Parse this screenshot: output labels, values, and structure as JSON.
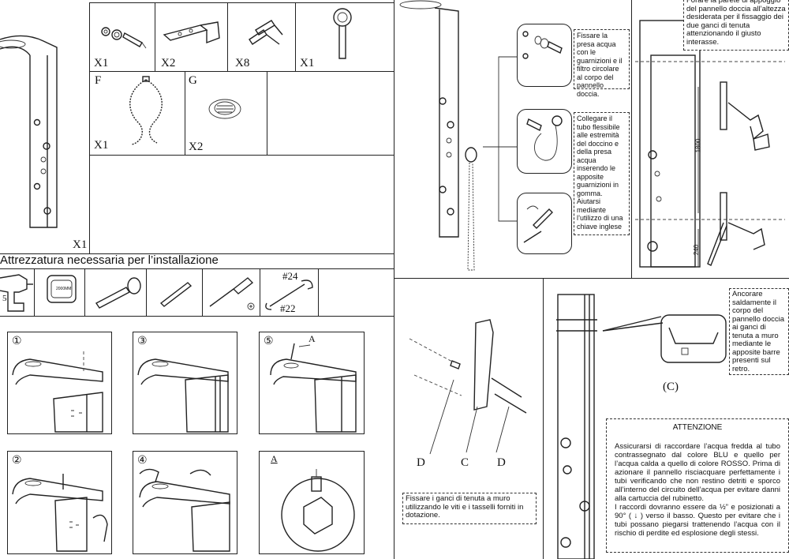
{
  "components": {
    "x1_a": "X1",
    "x2": "X2",
    "x8": "X8",
    "x1_b": "X1",
    "f": "F",
    "x1_f": "X1",
    "g": "G",
    "x2_g": "X2",
    "x1_panel": "X1"
  },
  "tools": {
    "title": "Attrezzatura necessaria per l’installazione",
    "drill_size": "5",
    "meter_text": "2000MM",
    "wrench_top": "#24",
    "wrench_bottom": "#22"
  },
  "steps": {
    "s1": "①",
    "s2": "②",
    "s3": "③",
    "s4": "④",
    "s5": "⑤",
    "a_label": "A",
    "a_label2": "A"
  },
  "notes": {
    "fix_hand": "Fissare la presa acqua con le guarnizioni e il filtro circolare al corpo del pannello doccia.",
    "connect_hose": "Collegare il tubo flessibile alle estremità del doccino e della presa acqua inserendo le apposite guarnizioni in gomma. Aiutarsi mediante l’utilizzo di una chiave inglese",
    "drill_wall": "Forare la parete di appoggio del pannello doccia all’altezza desiderata per il fissaggio dei due ganci di tenuta attenzionando il giusto interasse.",
    "anchor": "Ancorare saldamente il corpo del pannello doccia ai ganci di tenuta a muro mediante le apposite barre presenti sul retro.",
    "fix_hooks": "Fissare i ganci di tenuta a muro utilizzando le viti e i tasselli forniti in dotazione."
  },
  "dims": {
    "d1": "1800",
    "d2": "240"
  },
  "letters": {
    "d_left": "D",
    "c_mid": "C",
    "d_right": "D",
    "c_bracket": "(C)"
  },
  "attention": {
    "title": "ATTENZIONE",
    "para1": "Assicurarsi di raccordare l’acqua fredda al tubo contrassegnato dal colore BLU e quello per l’acqua calda a quello di colore ROSSO. Prima di azionare il pannello risciacquare perfettamente i tubi verificando che non restino detriti e sporco all’interno del circuito dell’acqua per evitare danni alla cartuccia del rubinetto.",
    "para2": "I raccordi dovranno essere da ½” e posizionati a 90° ( ↓ ) verso il basso. Questo per evitare che i tubi possano piegarsi trattenendo l’acqua con il rischio di perdite ed esplosione degli stessi."
  }
}
